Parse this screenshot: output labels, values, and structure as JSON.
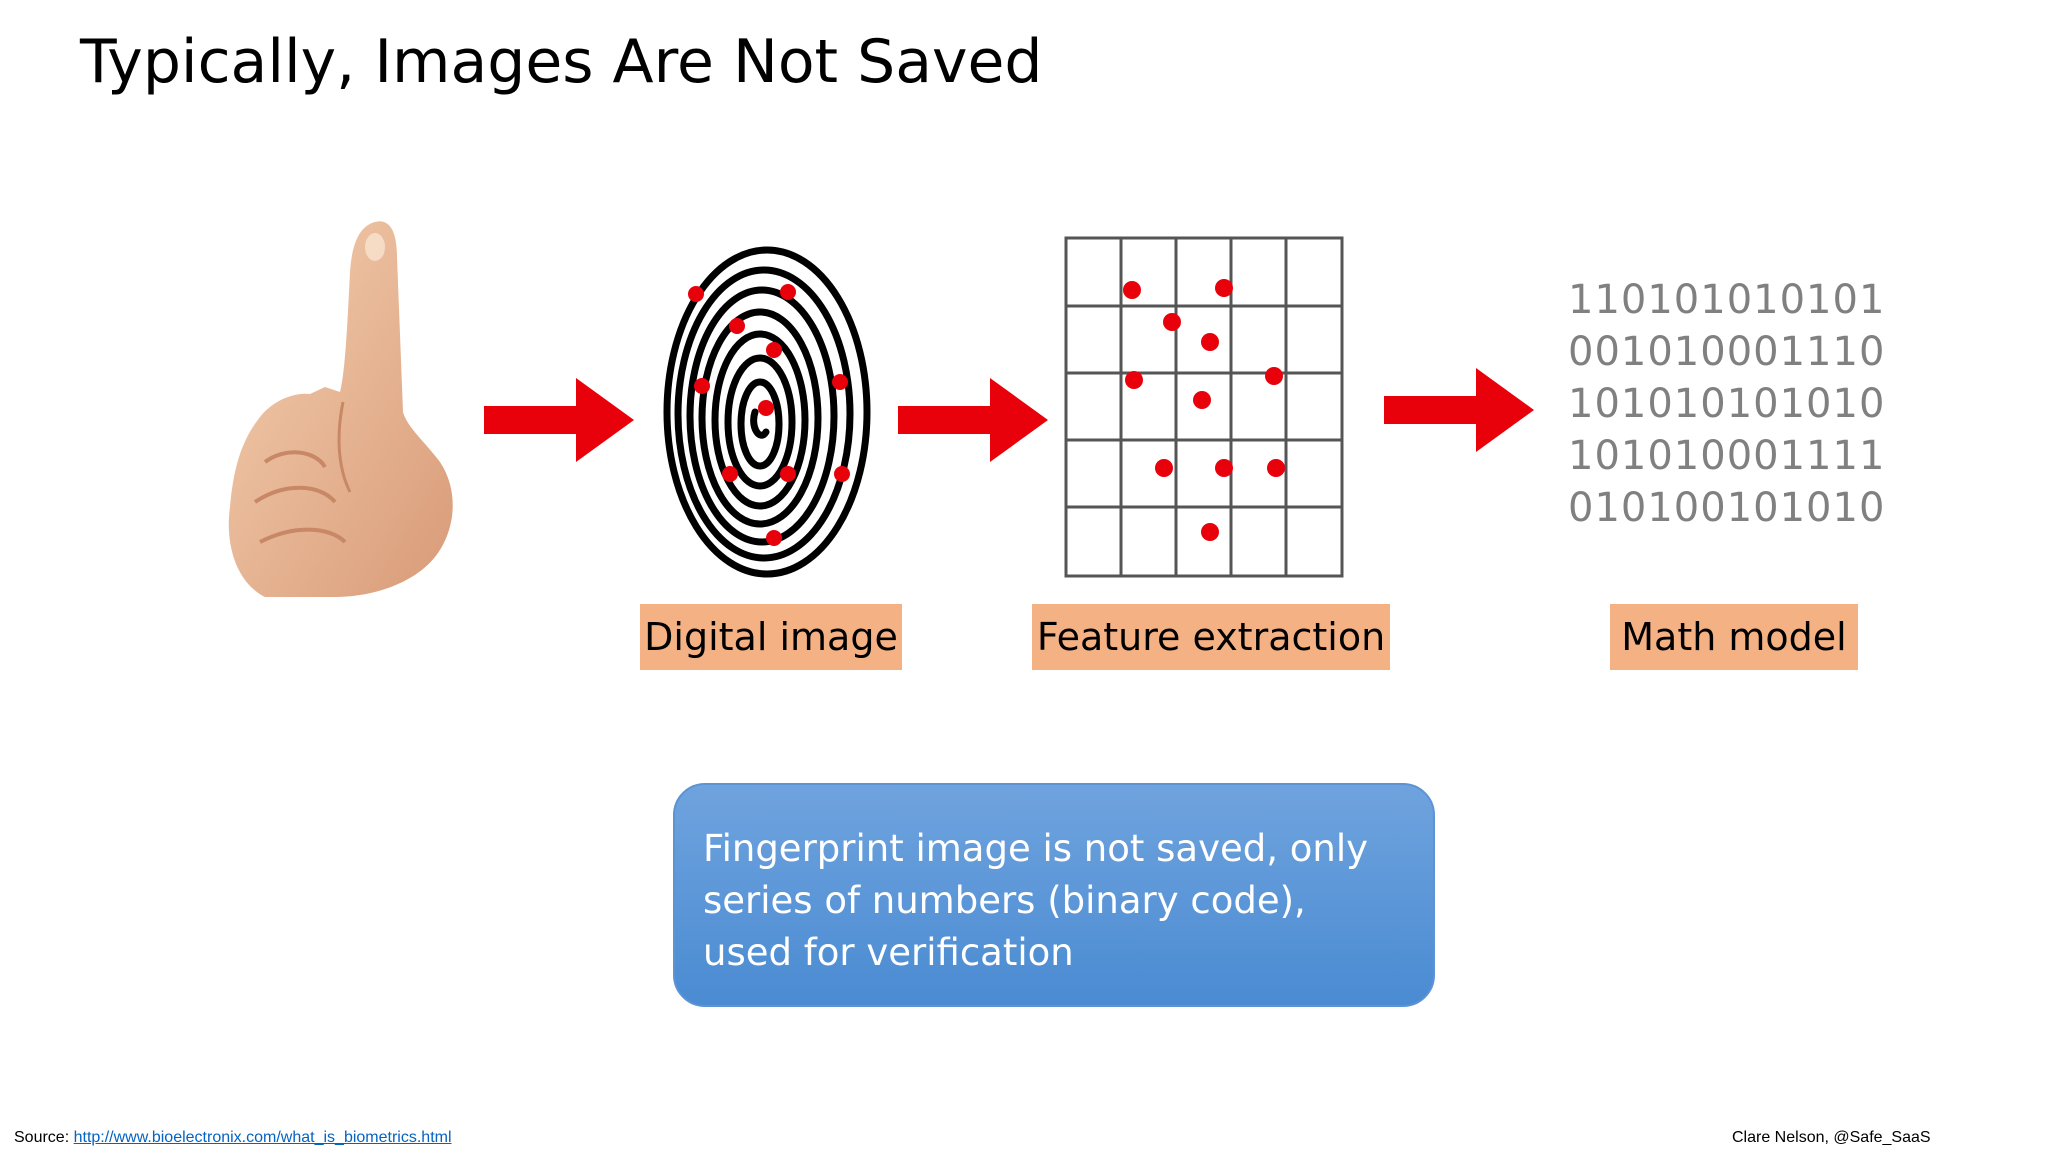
{
  "slide": {
    "title": "Typically, Images Are Not Saved",
    "labels": {
      "digital_image": "Digital image",
      "feature_extraction": "Feature extraction",
      "math_model": "Math model"
    },
    "binary_lines": [
      "110101010101",
      "001010001110",
      "101010101010",
      "101010001111",
      "010100101010"
    ],
    "callout_text": "Fingerprint image is not saved, only series of numbers (binary code), used for verification",
    "source_label": "Source: ",
    "source_url": "http://www.bioelectronix.com/what_is_biometrics.html",
    "credit": "Clare Nelson, @Safe_SaaS"
  },
  "colors": {
    "arrow_red": "#e8000b",
    "minutia_red": "#e8000b",
    "label_fill": "#f4b183",
    "callout_top": "#6fa3de",
    "callout_bottom": "#4a8bd2",
    "binary_gray": "#808080",
    "link_blue": "#0563c1"
  },
  "icons": {
    "hand": "hand-index-finger-icon",
    "fingerprint": "fingerprint-icon",
    "grid": "feature-grid-icon",
    "arrow": "right-arrow-icon"
  }
}
